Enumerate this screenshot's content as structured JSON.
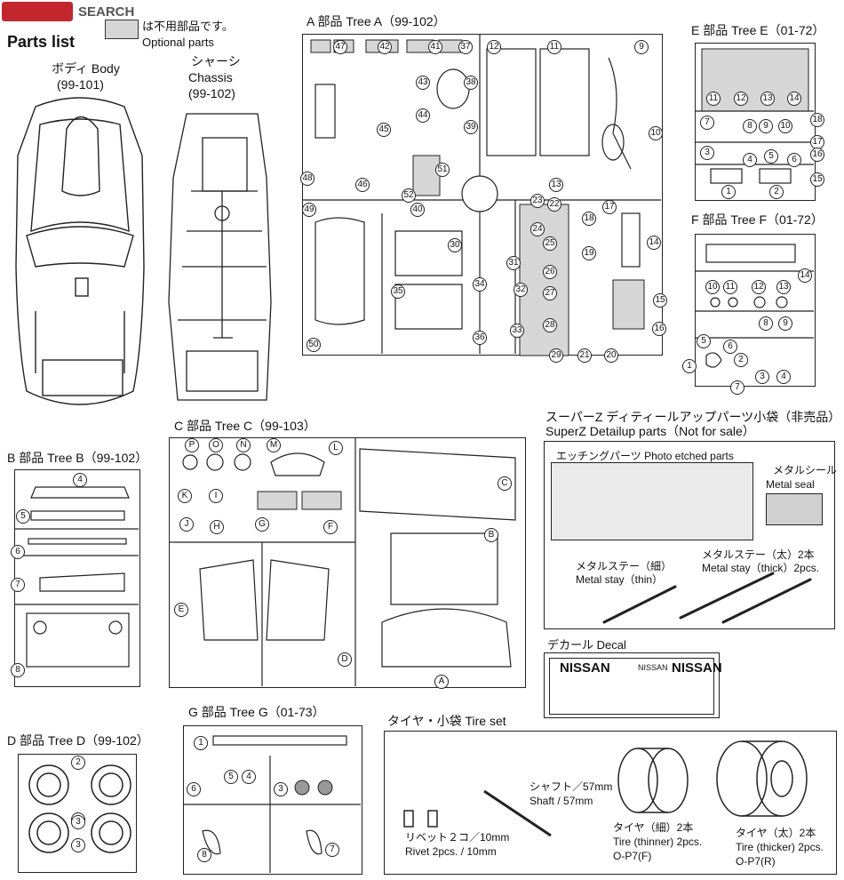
{
  "header": {
    "logo_text": "SEARCH",
    "title": "Parts list",
    "legend_jp": "は不用部品です。",
    "legend_en": "Optional parts"
  },
  "body": {
    "jp": "ボディ Body",
    "code": "(99-101)"
  },
  "chassis": {
    "jp": "シャーシ",
    "en": "Chassis",
    "code": "(99-102)"
  },
  "tree_a": {
    "label": "A 部品 Tree A（99-102）",
    "parts": [
      "47",
      "42",
      "41",
      "37",
      "12",
      "11",
      "9",
      "43",
      "38",
      "44",
      "45",
      "39",
      "10",
      "51",
      "48",
      "46",
      "52",
      "13",
      "49",
      "40",
      "23",
      "22",
      "18",
      "17",
      "24",
      "25",
      "14",
      "30",
      "19",
      "31",
      "26",
      "35",
      "34",
      "32",
      "27",
      "15",
      "33",
      "28",
      "36",
      "29",
      "21",
      "20",
      "16",
      "50"
    ]
  },
  "tree_b": {
    "label": "B 部品 Tree B（99-102）",
    "parts": [
      "4",
      "5",
      "6",
      "7",
      "8"
    ]
  },
  "tree_c": {
    "label": "C 部品 Tree C（99-103）",
    "parts": [
      "P",
      "O",
      "N",
      "M",
      "L",
      "K",
      "I",
      "J",
      "H",
      "G",
      "F",
      "C",
      "B",
      "E",
      "D",
      "A"
    ]
  },
  "tree_d": {
    "label": "D 部品 Tree D（99-102）",
    "parts": [
      "2",
      "2",
      "3",
      "3"
    ]
  },
  "tree_e": {
    "label": "E 部品 Tree E（01-72）",
    "parts": [
      "11",
      "12",
      "13",
      "14",
      "7",
      "8",
      "18",
      "9",
      "10",
      "17",
      "3",
      "4",
      "5",
      "6",
      "16",
      "1",
      "2",
      "15"
    ]
  },
  "tree_f": {
    "label": "F 部品 Tree F（01-72）",
    "parts": [
      "14",
      "10",
      "11",
      "12",
      "13",
      "8",
      "9",
      "5",
      "6",
      "2",
      "1",
      "3",
      "4",
      "7"
    ]
  },
  "tree_g": {
    "label": "G 部品 Tree G（01-73）",
    "parts": [
      "1",
      "5",
      "4",
      "6",
      "3",
      "8",
      "7"
    ]
  },
  "superz": {
    "label_jp": "スーパーZ ディティールアップパーツ小袋（非売品）",
    "label_en": "SuperZ Detailup parts（Not for sale）",
    "etched": "エッチングパーツ Photo etched parts",
    "seal_jp": "メタルシール",
    "seal_en": "Metal seal",
    "stay_thin_jp": "メタルステー（細）",
    "stay_thin_en": "Metal stay（thin）",
    "stay_thick_jp": "メタルステー（太）2本",
    "stay_thick_en": "Metal stay（thick）2pcs."
  },
  "decal": {
    "label": "デカール Decal",
    "brand": "NISSAN",
    "brand_small": "NISSAN"
  },
  "tire_set": {
    "label": "タイヤ・小袋 Tire set",
    "shaft_jp": "シャフト／57mm",
    "shaft_en": "Shaft / 57mm",
    "rivet_jp": "リベット２コ／10mm",
    "rivet_en": "Rivet 2pcs. / 10mm",
    "thin_jp": "タイヤ（細）2本",
    "thin_en": "Tire (thinner) 2pcs.",
    "thin_code": "O-P7(F)",
    "thick_jp": "タイヤ（太）2本",
    "thick_en": "Tire (thicker) 2pcs.",
    "thick_code": "O-P7(R)"
  }
}
